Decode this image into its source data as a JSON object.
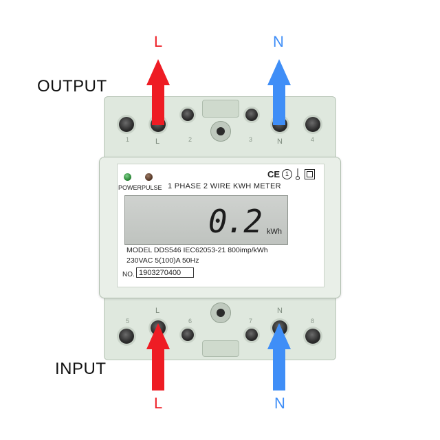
{
  "labels": {
    "output": "OUTPUT",
    "input": "INPUT",
    "line_top": "L",
    "neutral_top": "N",
    "line_bottom": "L",
    "neutral_bottom": "N"
  },
  "meter": {
    "power_label": "POWER",
    "pulse_label": "PULSE",
    "title": "1 PHASE 2 WIRE KWH METER",
    "reading": "0.2",
    "unit": "kWh",
    "model_line": "MODEL  DDS546  IEC62053-21 800imp/kWh",
    "rating_line": "230VAC  5(100)A  50Hz",
    "no_label": "NO.",
    "serial": "1903270400",
    "cert_marks": "CE",
    "circled_one": "1"
  },
  "terminals": {
    "top": [
      "1",
      "2",
      "3",
      "4"
    ],
    "bottom": [
      "5",
      "6",
      "7",
      "8"
    ],
    "top_letters": [
      "L",
      "N"
    ],
    "bottom_letters": [
      "L",
      "N"
    ]
  },
  "colors": {
    "line_arrow": "#ee1c24",
    "neutral_arrow": "#3f8ef7",
    "power_led": "#2e8b3a",
    "pulse_led": "#5a3b2a"
  }
}
